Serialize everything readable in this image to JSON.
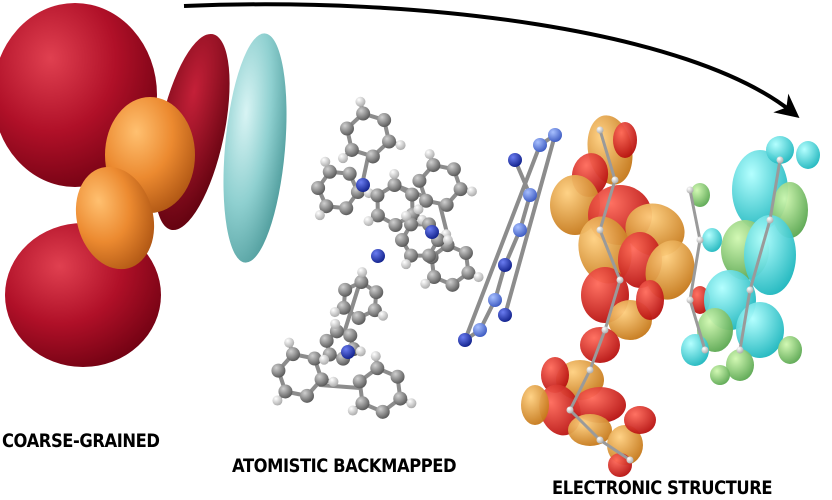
{
  "panels": [
    {
      "id": "coarse-grained",
      "label": "COARSE-GRAINED"
    },
    {
      "id": "atomistic-backmapped",
      "label": "ATOMISTIC BACKMAPPED"
    },
    {
      "id": "electronic-structure",
      "label": "ELECTRONIC STRUCTURE"
    }
  ],
  "colors": {
    "bead_red": "#b01028",
    "bead_orange": "#ec8a30",
    "bead_cyan": "#8fd0d0",
    "carbon": "#8c8c8c",
    "hydrogen": "#e8e8e8",
    "nitrogen": "#2236c8",
    "nitrogen_light": "#5a7fe0",
    "orbital_red": "#e01818",
    "orbital_orange": "#f0a030",
    "orbital_cyan": "#30e0e0",
    "orbital_green": "#80d070",
    "arrow": "#000000"
  }
}
